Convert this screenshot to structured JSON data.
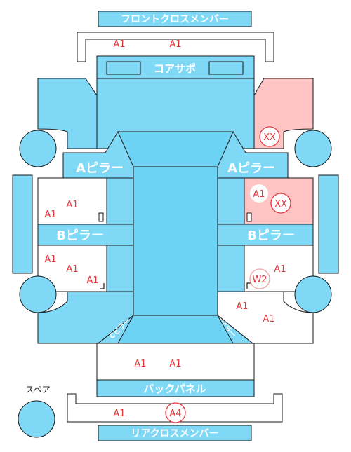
{
  "labels": {
    "front_cross_member": "フロントクロスメンバー",
    "core_support": "コアサポ",
    "a_pillar_left": "Aピラー",
    "a_pillar_right": "Aピラー",
    "b_pillar_left": "Bピラー",
    "b_pillar_right": "Bピラー",
    "c_pillar_left": "Cピラー",
    "c_pillar_right": "Cピラー",
    "back_panel": "バックパネル",
    "rear_cross_member": "リアクロスメンバー",
    "spare": "スペア"
  },
  "codes": {
    "front_cross_1": "A1",
    "front_cross_2": "A1",
    "left_front_door_1": "A1",
    "left_front_door_2": "A1",
    "left_rear_door_1": "A1",
    "left_rear_door_2": "A1",
    "left_rear_door_3": "A1",
    "right_fender": "XX",
    "right_front_door_1": "A1",
    "right_front_door_2": "XX",
    "right_rear_door_1": "W2",
    "right_rear_door_2": "A1",
    "right_quarter_1": "A1",
    "right_quarter_2": "A1",
    "trunk_1": "A1",
    "trunk_2": "A1",
    "rear_cross_1": "A1",
    "rear_cross_2": "A4"
  },
  "colors": {
    "panel": "#7fd8f6",
    "damaged_panel": "#ffc4c4",
    "code_red": "#e5363c"
  }
}
